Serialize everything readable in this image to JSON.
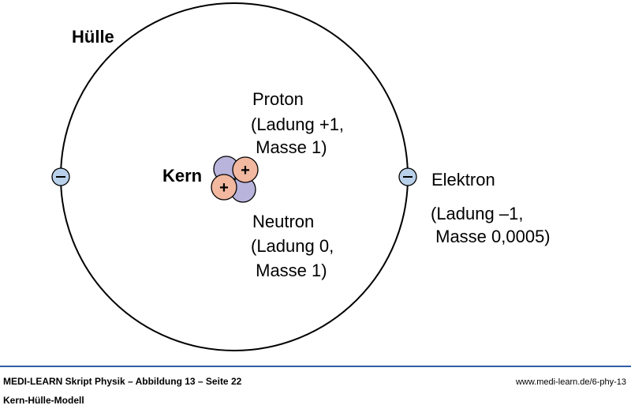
{
  "diagram": {
    "shell_label": "Hülle",
    "nucleus_label": "Kern",
    "proton": {
      "title": "Proton",
      "charge": "(Ladung +1,",
      "mass": " Masse 1)"
    },
    "neutron": {
      "title": "Neutron",
      "charge": "(Ladung 0,",
      "mass": " Masse 1)"
    },
    "electron": {
      "title": "Elektron",
      "charge": "(Ladung –1,",
      "mass": " Masse 0,0005)"
    },
    "proton_symbol": "+",
    "electron_symbol": "–"
  },
  "colors": {
    "proton_fill": "#f2b8a0",
    "neutron_fill": "#b8b4dc",
    "electron_fill": "#b9d0ea",
    "footer_line": "#2f5fa7"
  },
  "footer": {
    "source": "MEDI-LEARN Skript Physik – Abbildung 13 – Seite 22",
    "title": "Kern-Hülle-Modell",
    "url": "www.medi-learn.de/6-phy-13"
  }
}
